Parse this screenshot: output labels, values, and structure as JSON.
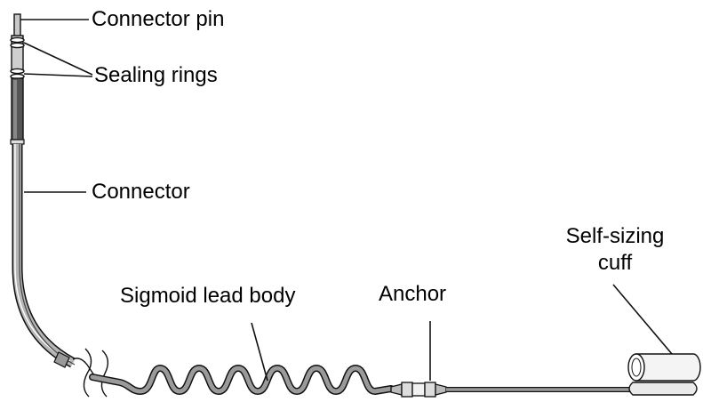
{
  "labels": {
    "connector_pin": "Connector pin",
    "sealing_rings": "Sealing rings",
    "connector": "Connector",
    "sigmoid_lead_body": "Sigmoid lead body",
    "anchor": "Anchor",
    "cuff_line1": "Self-sizing",
    "cuff_line2": "cuff"
  },
  "colors": {
    "lead_fill": "#9a9a9a",
    "outline": "#111111",
    "background": "#ffffff"
  }
}
